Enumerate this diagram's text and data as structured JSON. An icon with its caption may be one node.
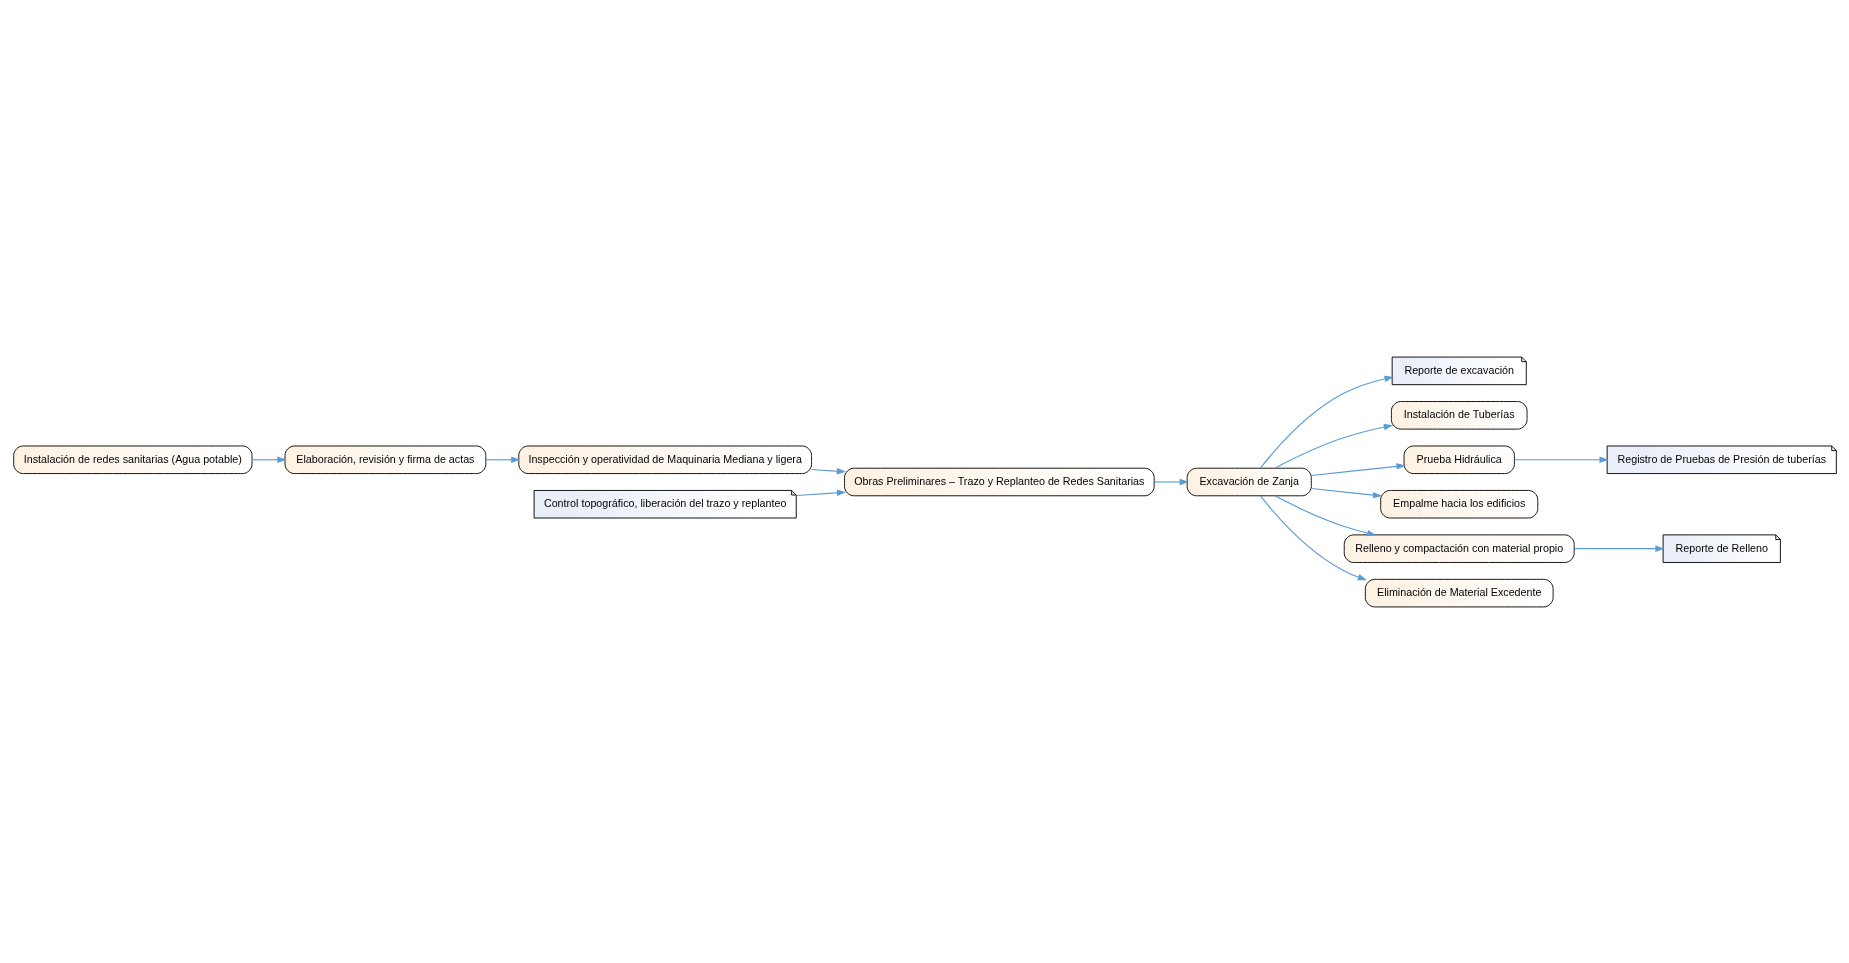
{
  "diagram": {
    "nodes": [
      {
        "text": [
          "Instalación de redes sanitarias (Agua potable)"
        ]
      },
      {
        "text": [
          "Elaboración, revisión y firma de actas"
        ]
      },
      {
        "text": [
          "Inspección y operatividad de Maquinaria Mediana y ligera"
        ]
      },
      {
        "text": [
          "Control topográfico, liberación del trazo y replanteo"
        ]
      },
      {
        "text": [
          "Obras Preliminares – Trazo y Replanteo de Redes Sanitarias"
        ]
      },
      {
        "text": [
          "Excavación de Zanja"
        ]
      },
      {
        "text": [
          "Reporte de excavación"
        ]
      },
      {
        "text": [
          "Registro de Pruebas de Presión de tuberías"
        ]
      },
      {
        "text": [
          "Instalación de Tuberías"
        ]
      },
      {
        "text": [
          "Prueba Hidráulica"
        ]
      },
      {
        "text": [
          "Empalme hacia los edificios"
        ]
      },
      {
        "text": [
          "Relleno y compactación con material propio"
        ]
      },
      {
        "text": [
          "Eliminación de Material Excedente"
        ]
      },
      {
        "text": [
          "Reporte de Relleno"
        ]
      }
    ],
    "edges": [
      {
        "from": 0,
        "to": 1,
        "arrow": "to"
      },
      {
        "from": 1,
        "to": 2,
        "arrow": "to"
      },
      {
        "from": 2,
        "to": 4,
        "arrow": "to"
      },
      {
        "from": 3,
        "to": 4,
        "arrow": "to"
      },
      {
        "from": 4,
        "to": 5,
        "arrow": "to"
      },
      {
        "from": 5,
        "to": 6,
        "arrow": "to"
      },
      {
        "from": 5,
        "to": 8,
        "arrow": "to"
      },
      {
        "from": 5,
        "to": 9,
        "arrow": "to"
      },
      {
        "from": 5,
        "to": 10,
        "arrow": "to"
      },
      {
        "from": 5,
        "to": 11,
        "arrow": "to"
      },
      {
        "from": 5,
        "to": 12,
        "arrow": "to"
      },
      {
        "from": 9,
        "to": 7,
        "arrow": "to"
      },
      {
        "from": 11,
        "to": 13,
        "arrow": "to"
      }
    ]
  }
}
